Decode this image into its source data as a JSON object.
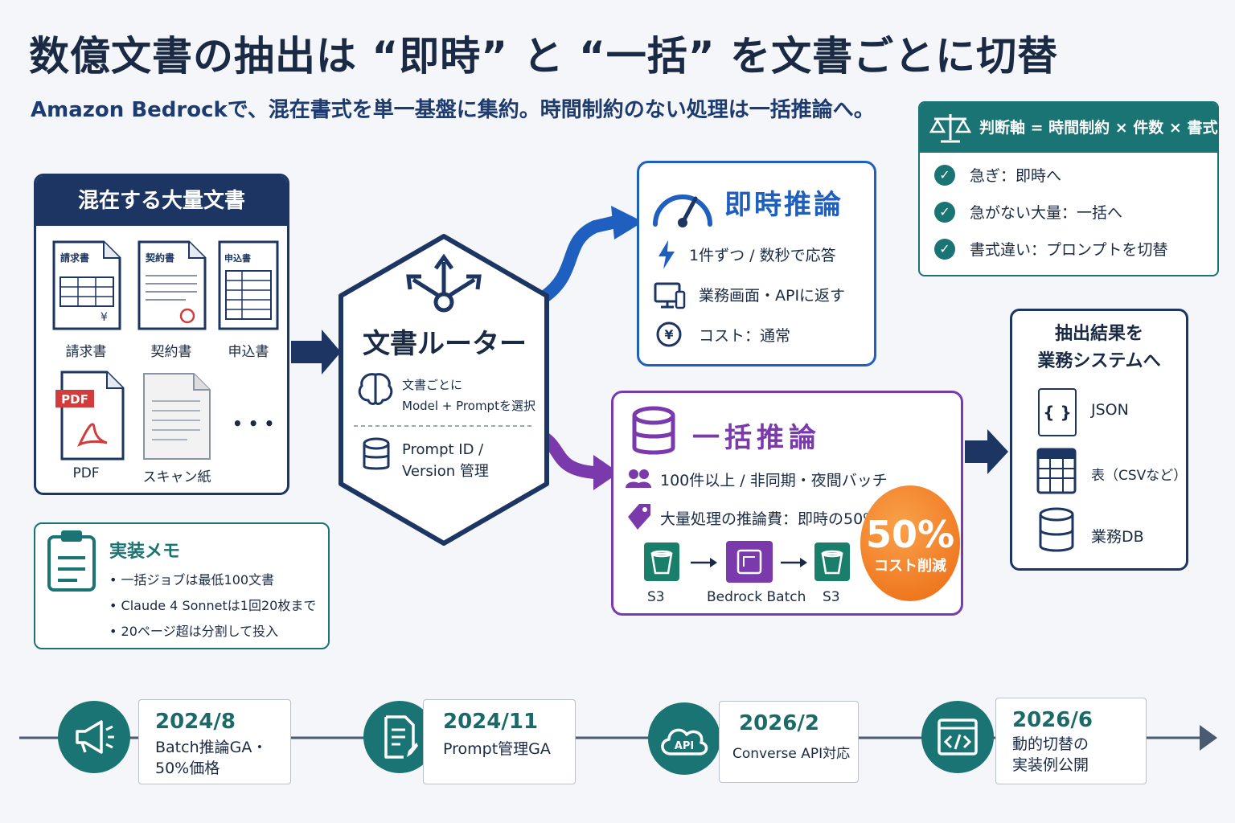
{
  "title": "数億文書の抽出は “即時” と “一括” を文書ごとに切替",
  "subtitle": "Amazon Bedrockで、混在書式を単一基盤に集約。時間制約のない処理は一括推論へ。",
  "mixed_docs": {
    "header": "混在する大量文書",
    "items": [
      {
        "icon_label": "請求書",
        "label": "請求書"
      },
      {
        "icon_label": "契約書",
        "label": "契約書"
      },
      {
        "icon_label": "申込書",
        "label": "申込書"
      },
      {
        "icon_label": "PDF",
        "label": "PDF"
      },
      {
        "icon_label": "",
        "label": "スキャン紙"
      }
    ],
    "more": "• • •"
  },
  "impl_note": {
    "title": "実装メモ",
    "items": [
      "一括ジョブは最低100文書",
      "Claude 4 Sonnetは1回20枚まで",
      "20ページ超は分割して投入"
    ]
  },
  "router": {
    "title": "文書ルーター",
    "line1a": "文書ごとに",
    "line1b": "Model + Promptを選択",
    "line2a": "Prompt ID /",
    "line2b": "Version 管理"
  },
  "realtime": {
    "title": "即時推論",
    "rows": [
      "1件ずつ / 数秒で応答",
      "業務画面・APIに返す",
      "コスト：通常"
    ]
  },
  "batch": {
    "title": "一括推論",
    "rows": [
      "100件以上 / 非同期・夜間バッチ",
      "大量処理の推論費：即時の50%"
    ],
    "flow": [
      "S3",
      "Bedrock Batch",
      "S3"
    ],
    "badge_big": "50%",
    "badge_small": "コスト削減"
  },
  "judge": {
    "header": "判断軸 = 時間制約 × 件数 × 書式",
    "items": [
      "急ぎ：即時へ",
      "急がない大量：一括へ",
      "書式違い：プロンプトを切替"
    ]
  },
  "results": {
    "title_line1": "抽出結果を",
    "title_line2": "業務システムへ",
    "items": [
      "JSON",
      "表（CSVなど）",
      "業務DB"
    ],
    "json_glyph": "{ }"
  },
  "timeline": [
    {
      "date": "2024/8",
      "line1": "Batch推論GA・",
      "line2": "50%価格",
      "icon": "megaphone-icon"
    },
    {
      "date": "2024/11",
      "line1": "Prompt管理GA",
      "line2": "",
      "icon": "document-edit-icon"
    },
    {
      "date": "2026/2",
      "line1": "Converse API対応",
      "line2": "",
      "icon": "api-cloud-icon",
      "icon_text": "API"
    },
    {
      "date": "2026/6",
      "line1": "動的切替の",
      "line2": "実装例公開",
      "icon": "code-window-icon"
    }
  ],
  "colors": {
    "navy": "#1c3563",
    "teal": "#1a7474",
    "blue": "#1f5fbf",
    "purple": "#7a3aab",
    "orange": "#f07a1e"
  }
}
